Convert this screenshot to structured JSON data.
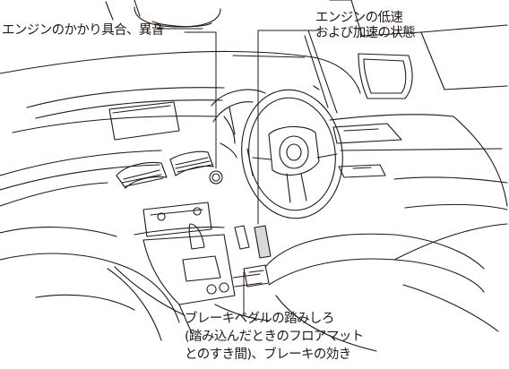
{
  "callouts": {
    "engine_start": {
      "lines": [
        "エンジンのかかり具合、異音"
      ]
    },
    "engine_speed": {
      "lines": [
        "エンジンの低速",
        "および加速の状態"
      ]
    },
    "brake": {
      "lines": [
        "ブレーキペダルの踏みしろ",
        "(踏み込んだときのフロアマット",
        "とのすき間)、ブレーキの効き"
      ]
    }
  },
  "colors": {
    "line": "#231815",
    "highlight_fill": "#d9d9d9",
    "background": "#ffffff"
  }
}
